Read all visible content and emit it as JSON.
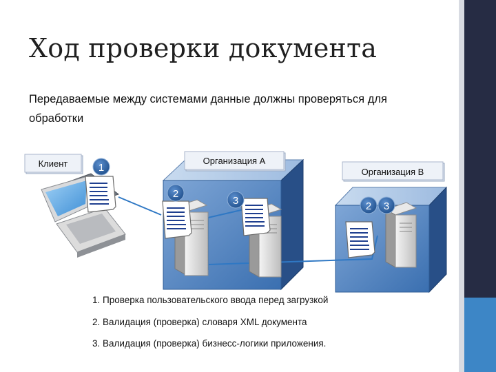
{
  "title": "Ход проверки документа",
  "subtitle": "Передаваемые между системами данные должны проверяться для обработки",
  "diagram": {
    "client_label": "Клиент",
    "org_a_label": "Организация А",
    "org_b_label": "Организация В",
    "markers": [
      "1",
      "2",
      "3",
      "2",
      "3"
    ],
    "steps": [
      "1. Проверка пользовательского ввода перед загрузкой",
      "2. Валидация (проверка) словаря XML документа",
      "3. Валидация (проверка) бизнесс-логики приложения."
    ]
  },
  "colors": {
    "sidebar_dark": "#262c44",
    "sidebar_accent": "#3d86c6",
    "box_front": "#3f74b4",
    "box_top": "#b7cfe8",
    "box_side": "#24508a",
    "marker_fill": "#2e63a6",
    "connector": "#2f78c4"
  }
}
